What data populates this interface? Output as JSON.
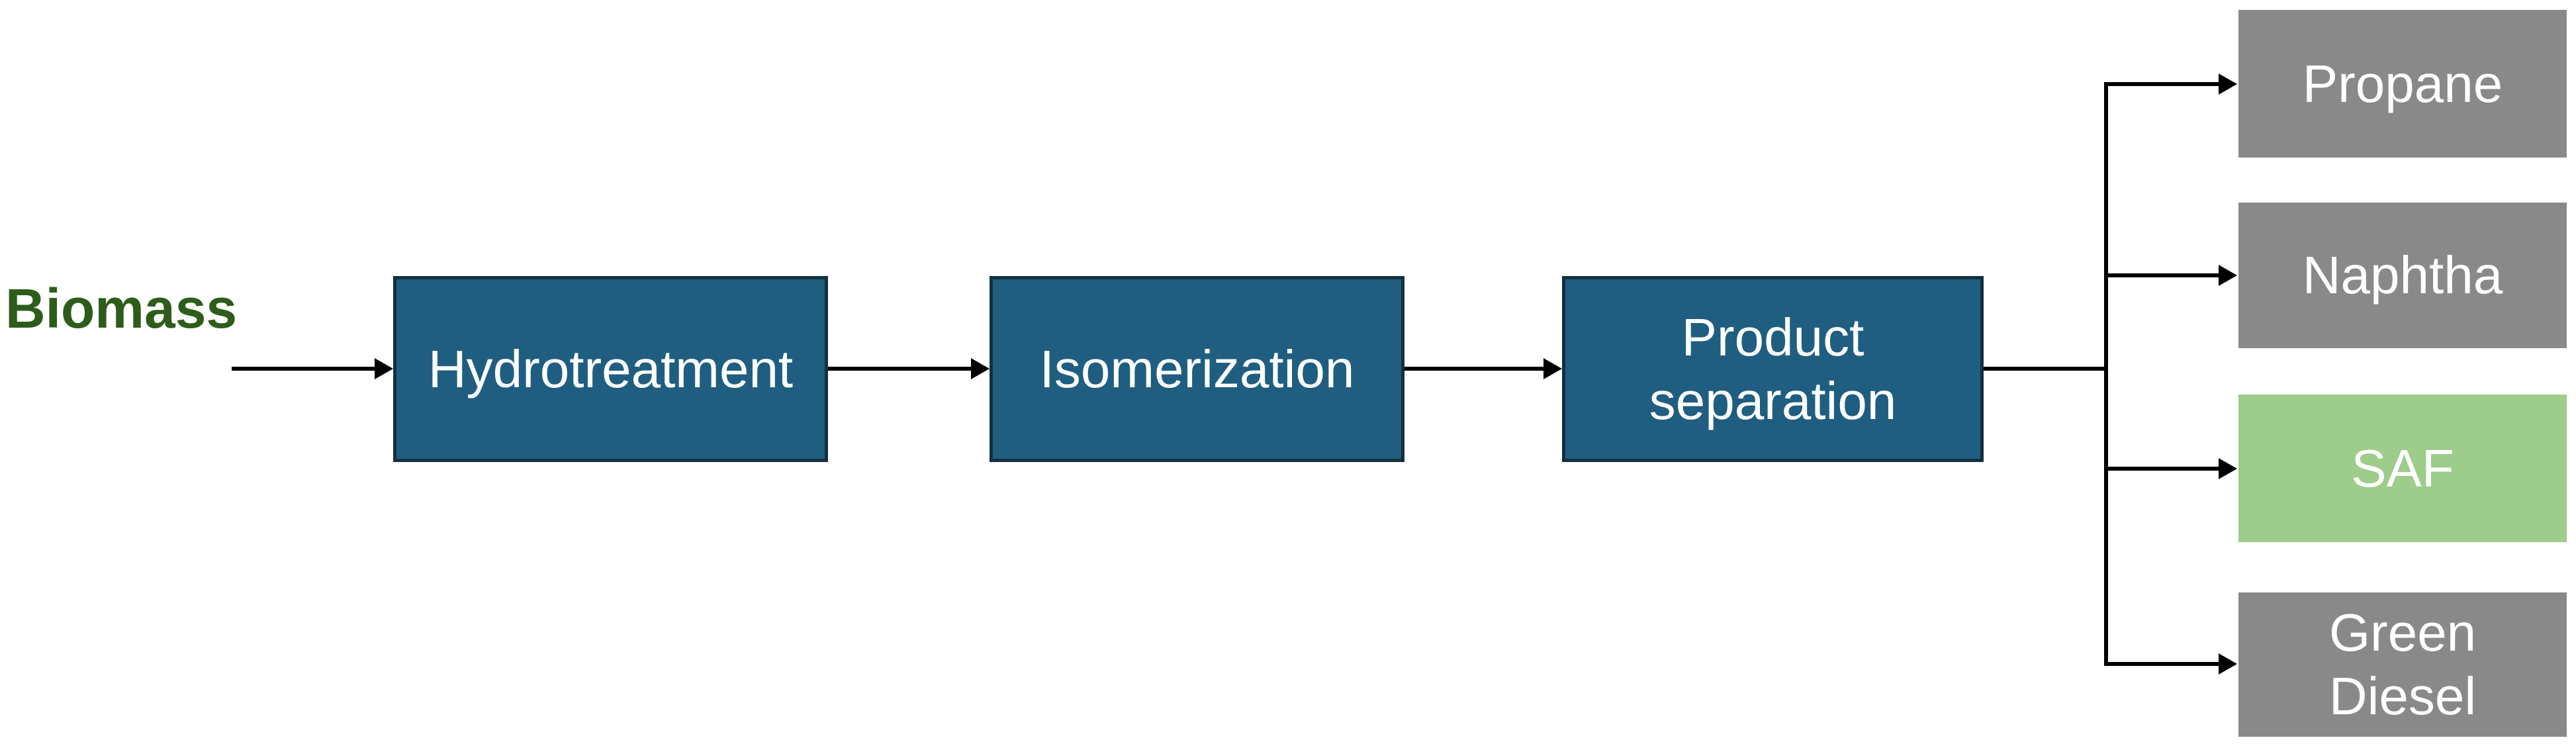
{
  "colors": {
    "background": "#FFFFFF",
    "process_fill": "#1F5E80",
    "process_border": "#14303E",
    "process_text": "#FFFFFF",
    "output_text": "#FFFFFF",
    "biomass_green": "#2E5C1B",
    "line": "#000000"
  },
  "diagram": {
    "input": {
      "label": "Biomass"
    },
    "process_steps": [
      {
        "id": "hydrotreatment",
        "label": "Hydrotreatment"
      },
      {
        "id": "isomerization",
        "label": "Isomerization"
      },
      {
        "id": "product-separation",
        "label": "Product\nseparation"
      }
    ],
    "outputs": [
      {
        "id": "propane",
        "label": "Propane",
        "fill": "#898989"
      },
      {
        "id": "naphtha",
        "label": "Naphtha",
        "fill": "#898989"
      },
      {
        "id": "saf",
        "label": "SAF",
        "fill": "#9ECC8B"
      },
      {
        "id": "green-diesel",
        "label": "Green\nDiesel",
        "fill": "#898989"
      }
    ]
  }
}
